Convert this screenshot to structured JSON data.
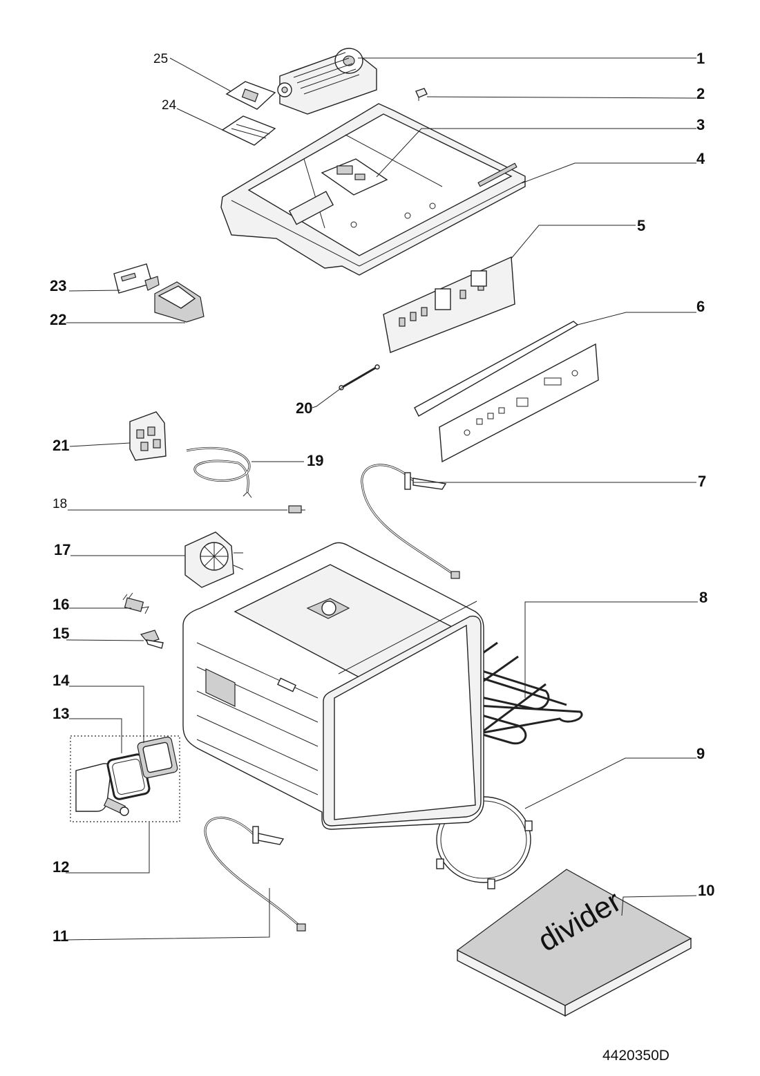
{
  "labels": {
    "p1": "1",
    "p2": "2",
    "p3": "3",
    "p4": "4",
    "p5": "5",
    "p6": "6",
    "p7": "7",
    "p8": "8",
    "p9": "9",
    "p10": "10",
    "p11": "11",
    "p12": "12",
    "p13": "13",
    "p14": "14",
    "p15": "15",
    "p16": "16",
    "p17": "17",
    "p18": "18",
    "p19": "19",
    "p20": "20",
    "p21": "21",
    "p22": "22",
    "p23": "23",
    "p24": "24",
    "p25": "25"
  },
  "divider_text": "divider",
  "drawing_code": "4420350D"
}
